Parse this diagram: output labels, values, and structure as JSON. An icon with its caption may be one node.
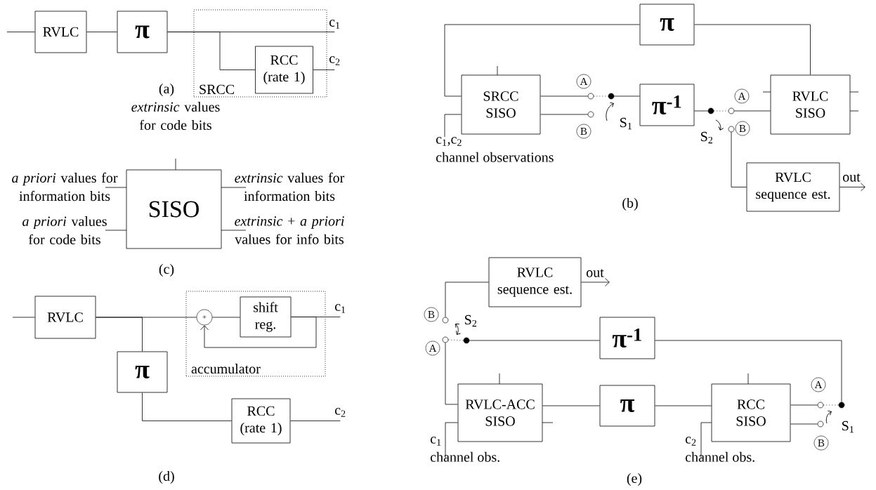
{
  "diagram": {
    "nodes": [
      {
        "text": [
          "RVLC"
        ]
      },
      {
        "text": [
          "π"
        ]
      },
      {
        "text": [
          "SRCC"
        ]
      },
      {
        "text": [
          "RCC (rate 1)"
        ],
        "in": 2
      },
      {
        "text": [
          "π"
        ]
      },
      {
        "text": [
          "SRCC SISO"
        ]
      },
      {
        "text": [
          "c$_{1}$,c$_{2}$",
          "channel observations"
        ]
      },
      {
        "text": [
          "A"
        ]
      },
      {
        "text": [
          "B"
        ]
      },
      {
        "text": [],
        "shape": "circle"
      },
      {
        "text": [],
        "shape": "circle"
      },
      {
        "text": [],
        "shape": "circle"
      },
      {
        "text": [
          "π$^{-1}$"
        ]
      },
      {
        "text": [],
        "shape": "circle"
      },
      {
        "text": [],
        "shape": "circle"
      },
      {
        "text": [
          "A"
        ]
      },
      {
        "text": [
          "B"
        ]
      },
      {
        "text": [],
        "shape": "circle"
      },
      {
        "text": [
          "RVLC SISO"
        ]
      },
      {
        "text": [
          "RVLC sequence est."
        ]
      },
      {
        "text": [
          "SISO"
        ],
        "beside": [
          "*extrinsic* values for code bits",
          "*a priori* values for information bits",
          "*extrinsic* values for information bits",
          "*a priori* values for code bits",
          "*extrinsic* + *a priori* values for info bits"
        ]
      },
      {
        "text": [
          "RVLC"
        ]
      },
      {
        "text": [
          "π"
        ]
      },
      {
        "text": [
          "accumulator"
        ]
      },
      {
        "text": [
          "+"
        ],
        "in": 23
      },
      {
        "text": [
          "shift reg."
        ],
        "in": 23
      },
      {
        "text": [
          "RCC (rate 1)"
        ]
      },
      {
        "text": [
          "RVLC sequence est."
        ]
      },
      {
        "text": [
          "B"
        ]
      },
      {
        "text": [],
        "shape": "circle"
      },
      {
        "text": [
          "A"
        ]
      },
      {
        "text": [],
        "shape": "circle"
      },
      {
        "text": [],
        "shape": "circle"
      },
      {
        "text": [
          "π$^{-1}$"
        ]
      },
      {
        "text": [
          "RVLC-ACC SISO"
        ]
      },
      {
        "text": [
          "π"
        ]
      },
      {
        "text": [
          "RCC SISO"
        ]
      },
      {
        "text": [
          "A"
        ]
      },
      {
        "text": [],
        "shape": "circle"
      },
      {
        "text": [],
        "shape": "circle"
      },
      {
        "text": [],
        "shape": "circle"
      },
      {
        "text": [
          "B"
        ]
      },
      {
        "text": [
          "c$_{1}$",
          "channel obs."
        ]
      },
      {
        "text": [
          "c$_{2}$",
          "channel obs."
        ]
      },
      {
        "text": [
          "c$_{1}$"
        ]
      },
      {
        "text": [
          "c$_{2}$"
        ]
      },
      {
        "text": [
          "c$_{1}$"
        ]
      },
      {
        "text": [
          "c$_{2}$"
        ]
      }
    ],
    "edges": [
      {
        "from": null,
        "to": 0,
        "arrow": "none"
      },
      {
        "from": 0,
        "to": 1,
        "arrow": "none"
      },
      {
        "from": 1,
        "to": 3,
        "arrow": "none"
      },
      {
        "from": 1,
        "to": 44,
        "arrow": "none"
      },
      {
        "from": 3,
        "to": 45,
        "arrow": "none"
      },
      {
        "from": 4,
        "to": 5,
        "arrow": "none"
      },
      {
        "from": 4,
        "to": 18,
        "arrow": "none"
      },
      {
        "from": 6,
        "to": 5,
        "arrow": "none"
      },
      {
        "from": 5,
        "to": 9,
        "arrow": "none"
      },
      {
        "from": 5,
        "to": 10,
        "arrow": "none"
      },
      {
        "from": 9,
        "to": 11,
        "arrow": "none",
        "style": "dashed"
      },
      {
        "from": 11,
        "to": 12,
        "arrow": "none"
      },
      {
        "from": 12,
        "to": 13,
        "arrow": "none"
      },
      {
        "from": 13,
        "to": 14,
        "arrow": "none",
        "style": "dashed"
      },
      {
        "from": 14,
        "to": 18,
        "arrow": "none"
      },
      {
        "from": 17,
        "to": 19,
        "arrow": "none"
      },
      {
        "from": 19,
        "to": null,
        "arrow": "to",
        "label": "out"
      },
      {
        "from": null,
        "to": 21,
        "arrow": "none"
      },
      {
        "from": 21,
        "to": 24,
        "arrow": "none"
      },
      {
        "from": 21,
        "to": 22,
        "arrow": "none"
      },
      {
        "from": 24,
        "to": 25,
        "arrow": "none"
      },
      {
        "from": 25,
        "to": 24,
        "arrow": "to"
      },
      {
        "from": 25,
        "to": 46,
        "arrow": "none"
      },
      {
        "from": 22,
        "to": 26,
        "arrow": "none"
      },
      {
        "from": 26,
        "to": 47,
        "arrow": "none"
      },
      {
        "from": 29,
        "to": 27,
        "arrow": "none"
      },
      {
        "from": 27,
        "to": null,
        "arrow": "to",
        "label": "out"
      },
      {
        "from": 31,
        "to": 32,
        "arrow": "none",
        "style": "dashed"
      },
      {
        "from": 32,
        "to": 33,
        "arrow": "none"
      },
      {
        "from": 33,
        "to": 39,
        "arrow": "none"
      },
      {
        "from": 31,
        "to": 34,
        "arrow": "none"
      },
      {
        "from": 42,
        "to": 34,
        "arrow": "none"
      },
      {
        "from": 34,
        "to": 35,
        "arrow": "none"
      },
      {
        "from": 35,
        "to": 36,
        "arrow": "none"
      },
      {
        "from": 43,
        "to": 36,
        "arrow": "none"
      },
      {
        "from": 36,
        "to": 38,
        "arrow": "none"
      },
      {
        "from": 36,
        "to": 40,
        "arrow": "none"
      },
      {
        "from": 38,
        "to": 39,
        "arrow": "none",
        "style": "dashed"
      }
    ],
    "labels": [
      "(a)",
      "S$_{1}$",
      "S$_{2}$",
      "(b)",
      "(c)",
      "(d)",
      "S$_{2}$",
      "S$_{1}$",
      "(e)"
    ]
  }
}
